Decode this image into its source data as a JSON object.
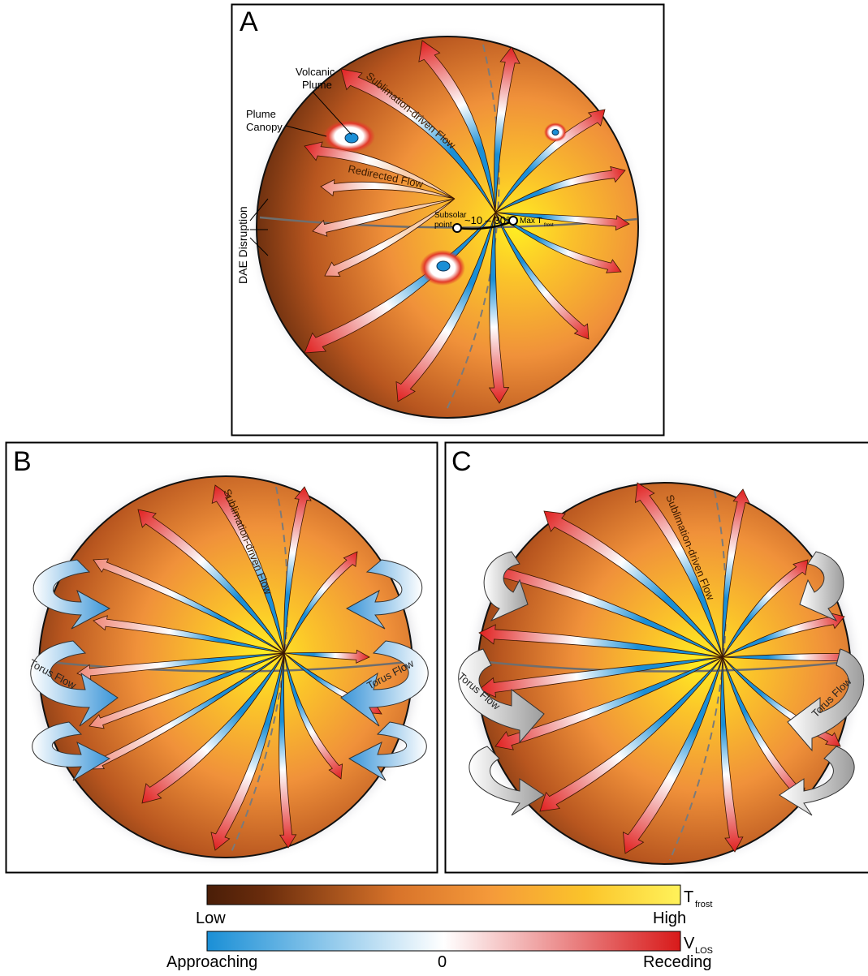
{
  "panels": {
    "a": {
      "label": "A",
      "annotations": {
        "volcanic_plume": "Volcanic",
        "volcanic_plume_2": "Plume",
        "plume_canopy": "Plume",
        "plume_canopy_2": "Canopy",
        "sublimation": "Sublimation-driven Flow",
        "redirected": "Redirected Flow",
        "dae": "DAE Disruption",
        "subsolar": "Subsolar",
        "subsolar_2": "point",
        "angle": "~10 – 30°",
        "max_t": "Max T",
        "max_t_sub": "frost"
      }
    },
    "b": {
      "label": "B",
      "sublimation": "Sublimation-driven Flow",
      "torus_left": "Torus Flow",
      "torus_right": "Torus Flow"
    },
    "c": {
      "label": "C",
      "sublimation": "Sublimation-driven Flow",
      "torus_left": "Torus Flow",
      "torus_right": "Torus Flow"
    }
  },
  "legend": {
    "temperature": {
      "symbol": "T",
      "symbol_sub": "frost",
      "low": "Low",
      "high": "High"
    },
    "velocity": {
      "symbol": "V",
      "symbol_sub": "LOS",
      "approaching": "Approaching",
      "zero": "0",
      "receding": "Receding"
    }
  },
  "colors": {
    "approaching": "#1a8fd6",
    "neutral": "#ffffff",
    "receding": "#e0201f",
    "cold": "#5a2a0a",
    "warm": "#f59a3a",
    "hot": "#ffe833"
  }
}
